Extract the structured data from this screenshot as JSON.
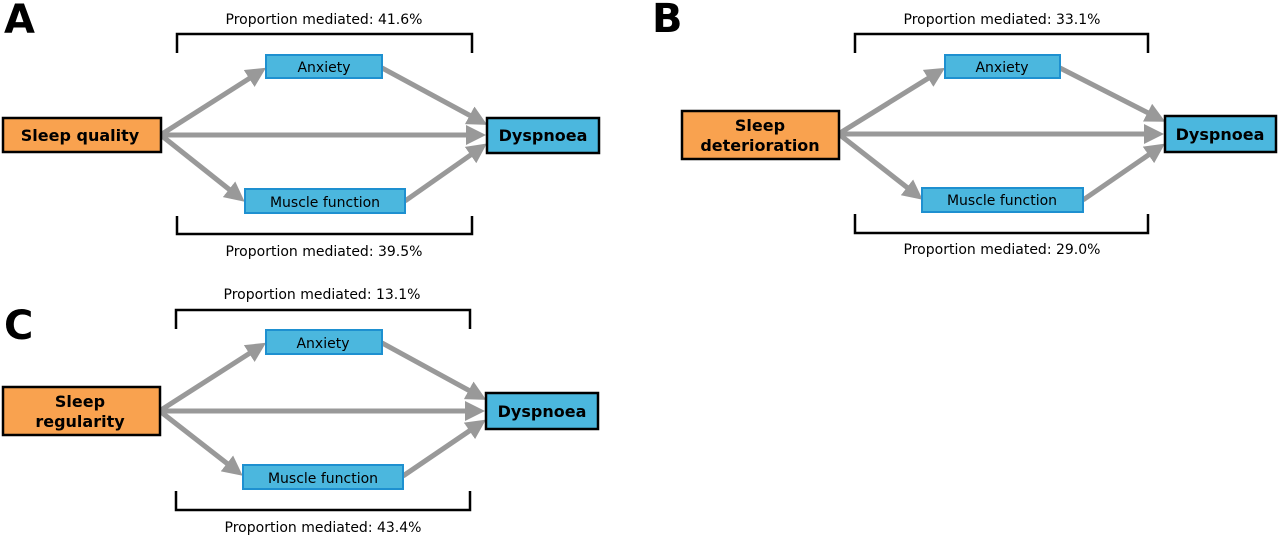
{
  "colors": {
    "exposure_fill": "#F9A24F",
    "outcome_fill": "#4BB7DE",
    "mediator_fill": "#4BB7DE",
    "mediator_stroke": "#1E90D0",
    "arrow": "#999999"
  },
  "panels": [
    {
      "letter": "A",
      "exposure_lines": [
        "Sleep quality"
      ],
      "outcome": "Dyspnoea",
      "top_mediator": "Anxiety",
      "bottom_mediator": "Muscle function",
      "top_proportion": "Proportion mediated: 41.6%",
      "bottom_proportion": "Proportion mediated: 39.5%"
    },
    {
      "letter": "B",
      "exposure_lines": [
        "Sleep",
        "deterioration"
      ],
      "outcome": "Dyspnoea",
      "top_mediator": "Anxiety",
      "bottom_mediator": "Muscle function",
      "top_proportion": "Proportion mediated: 33.1%",
      "bottom_proportion": "Proportion mediated: 29.0%"
    },
    {
      "letter": "C",
      "exposure_lines": [
        "Sleep",
        "regularity"
      ],
      "outcome": "Dyspnoea",
      "top_mediator": "Anxiety",
      "bottom_mediator": "Muscle function",
      "top_proportion": "Proportion mediated: 13.1%",
      "bottom_proportion": "Proportion mediated: 43.4%"
    }
  ]
}
